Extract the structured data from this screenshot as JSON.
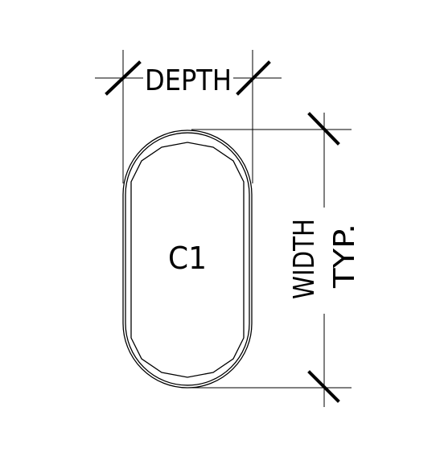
{
  "drawing": {
    "depth_label": "DEPTH",
    "column_mark": "C1",
    "width_label": "WIDTH",
    "typ_label": "TYP."
  }
}
